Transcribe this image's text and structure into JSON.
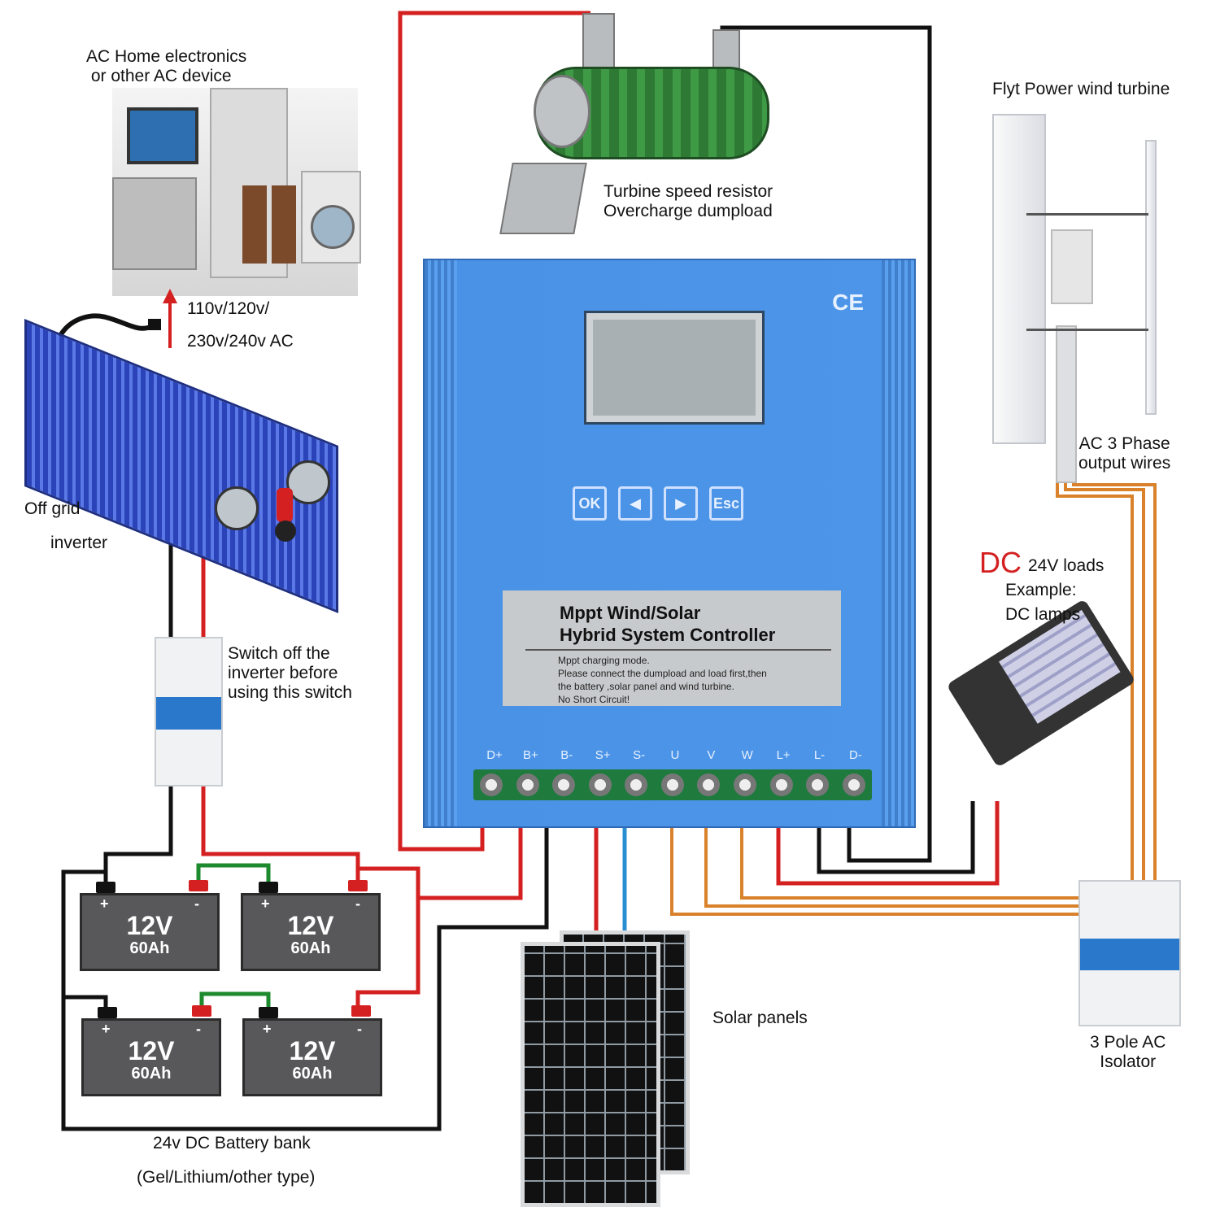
{
  "labels": {
    "ac_home": "AC Home electronics\n or other AC device",
    "ac_voltage_1": "110v/120v/",
    "ac_voltage_2": "230v/240v AC",
    "inverter_1": "Off grid",
    "inverter_2": "inverter",
    "switch_note": "Switch off the\ninverter before\nusing this switch",
    "battery_bank_1": "24v DC Battery bank",
    "battery_bank_2": "(Gel/Lithium/other type)",
    "resistor": "Turbine speed resistor\nOvercharge dumpload",
    "turbine": "Flyt Power wind turbine",
    "ac3": "AC 3 Phase\noutput wires",
    "dc_big": "DC",
    "dc_loads_1": "24V loads",
    "dc_loads_2": "Example:",
    "dc_loads_3": "DC lamps",
    "solar": "Solar panels",
    "isolator": "3 Pole AC\nIsolator"
  },
  "controller": {
    "ce_mark": "CE",
    "title": "Mppt Wind/Solar\nHybrid System Controller",
    "subtitle": "Mppt charging mode.\nPlease connect the dumpload and load first,then\nthe battery ,solar panel and wind turbine.\nNo Short Circuit!",
    "buttons": [
      "OK",
      "◀",
      "▶",
      "Esc"
    ],
    "terminals": [
      "D+",
      "B+",
      "B-",
      "S+",
      "S-",
      "U",
      "V",
      "W",
      "L+",
      "L-",
      "D-"
    ]
  },
  "batteries": [
    {
      "voltage": "12V",
      "capacity": "60Ah",
      "plus": "+",
      "minus": "-"
    },
    {
      "voltage": "12V",
      "capacity": "60Ah",
      "plus": "+",
      "minus": "-"
    },
    {
      "voltage": "12V",
      "capacity": "60Ah",
      "plus": "+",
      "minus": "-"
    },
    {
      "voltage": "12V",
      "capacity": "60Ah",
      "plus": "+",
      "minus": "-"
    }
  ],
  "colors": {
    "positive_wire": "#d42020",
    "negative_wire": "#111111",
    "series_link": "#1e8a2e",
    "solar_pos": "#d42020",
    "solar_neg": "#2a8fd0",
    "ac_phase": "#d9822b",
    "controller": "#4a92e6"
  }
}
